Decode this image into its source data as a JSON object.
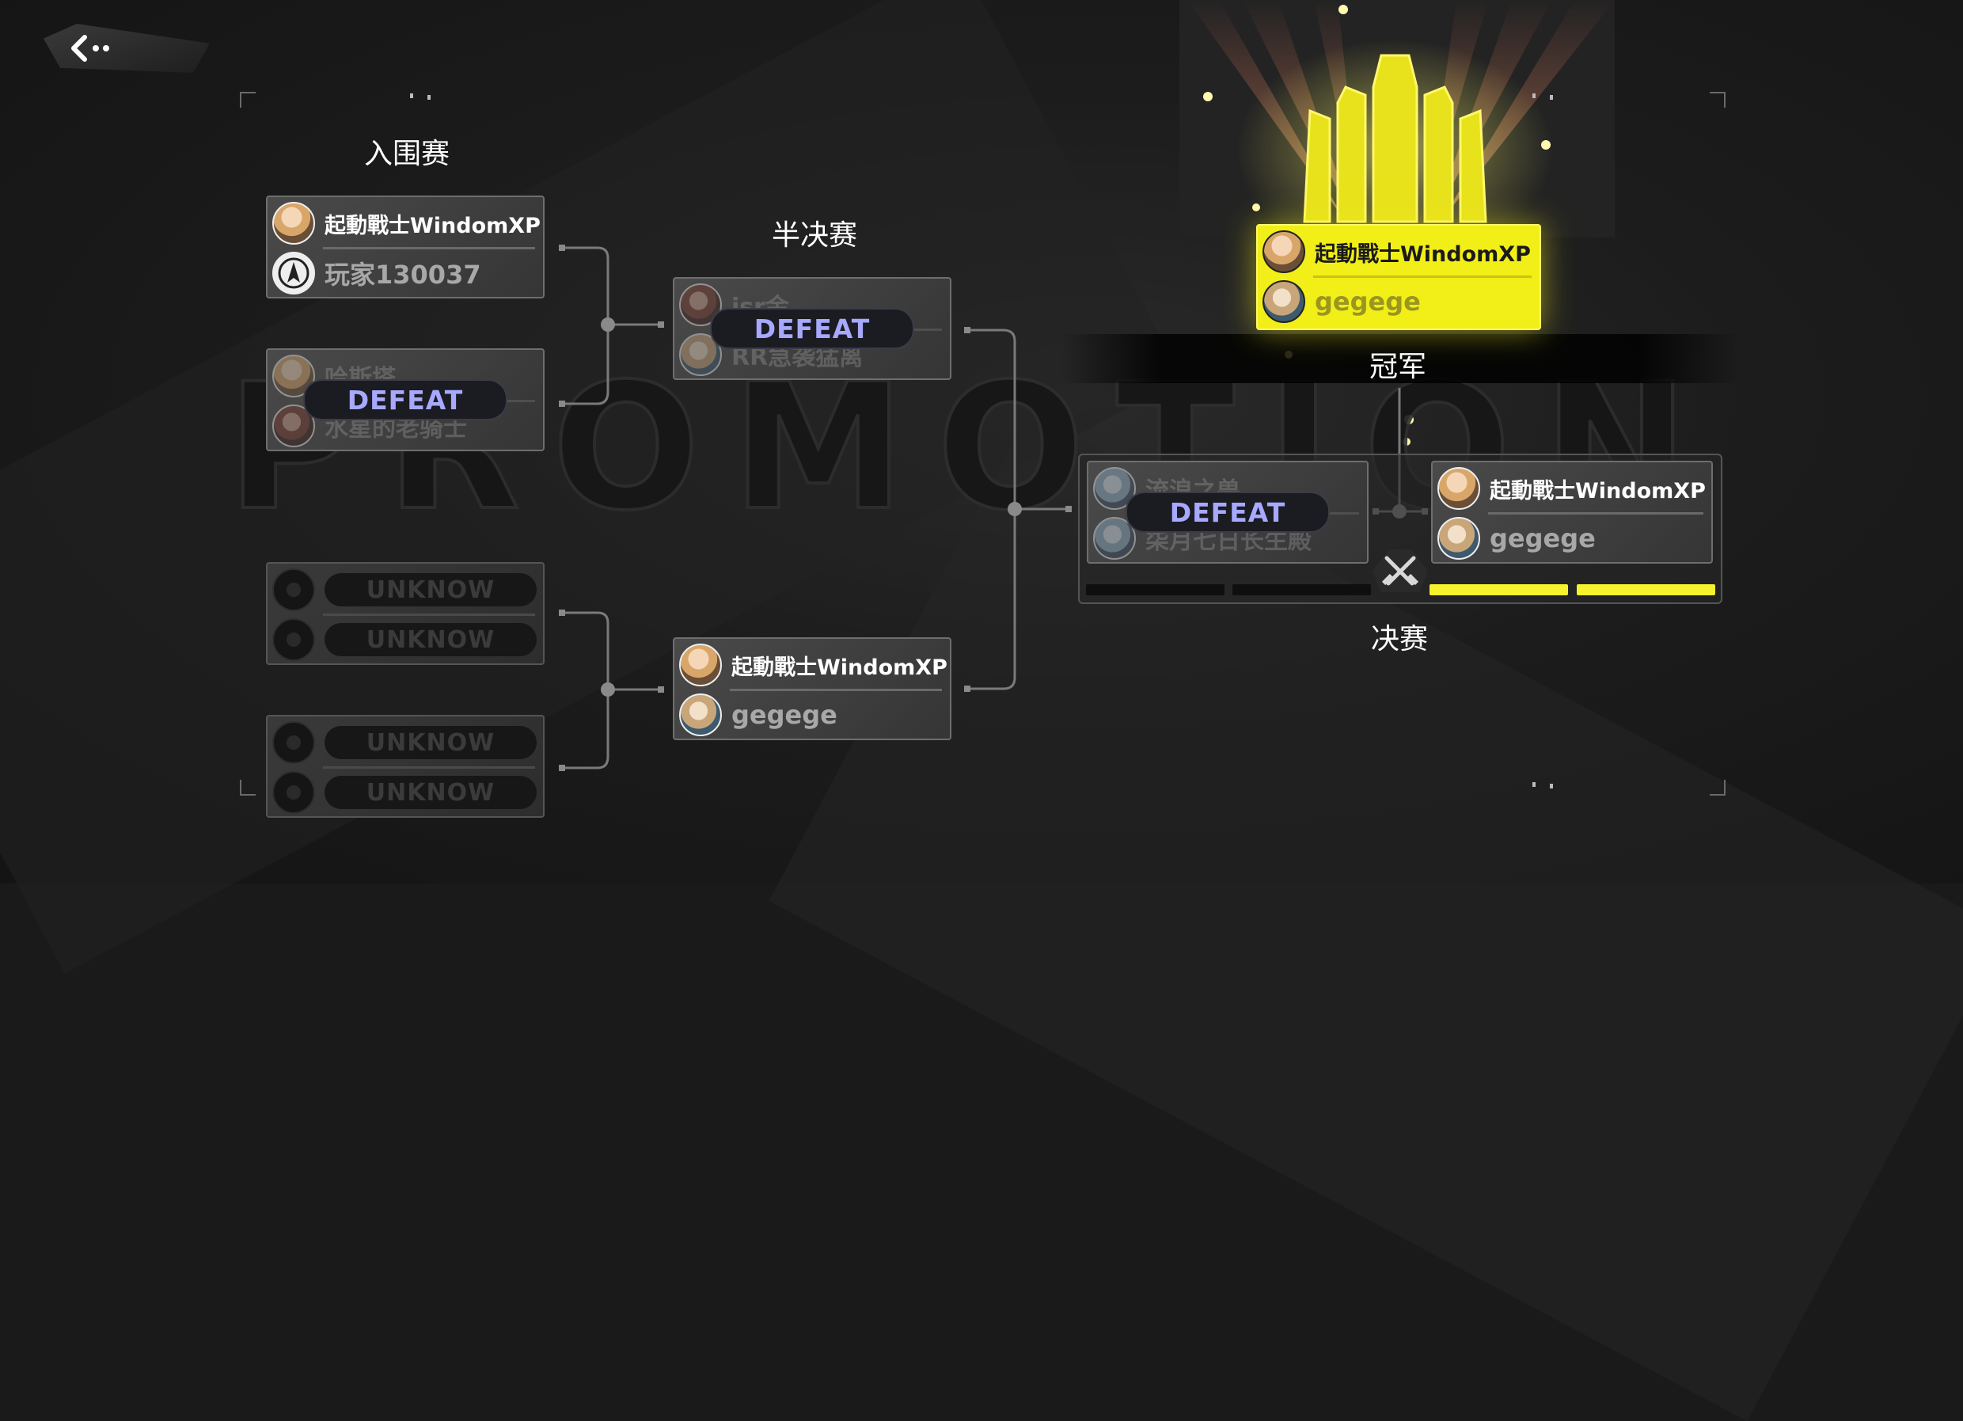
{
  "header": {
    "back_label": "back"
  },
  "watermark": "PROMOTION",
  "rounds": {
    "qualifier": "入围赛",
    "semifinal": "半决赛",
    "final": "决赛",
    "champion": "冠军"
  },
  "status": {
    "defeat": "DEFEAT",
    "unknown": "UNKNOW"
  },
  "qualifier_matches": [
    {
      "p1": "起動戰士WindomXP",
      "p2": "玩家130037"
    },
    {
      "p1": "哈斯塔",
      "p2": "水星的老骑士"
    },
    {
      "p1": "UNKNOW",
      "p2": "UNKNOW"
    },
    {
      "p1": "UNKNOW",
      "p2": "UNKNOW"
    }
  ],
  "semifinal_matches": [
    {
      "p1": "isr金",
      "p2": "RR急袭猛离"
    },
    {
      "p1": "起動戰士WindomXP",
      "p2": "gegege"
    }
  ],
  "final_matches": [
    {
      "p1": "流浪之兽",
      "p2": "柒月七日长生殿"
    },
    {
      "p1": "起動戰士WindomXP",
      "p2": "gegege"
    }
  ],
  "champion": {
    "p1": "起動戰士WindomXP",
    "p2": "gegege"
  },
  "colors": {
    "accent_yellow": "#f2ee17",
    "defeat_text": "#a7a9ff"
  }
}
